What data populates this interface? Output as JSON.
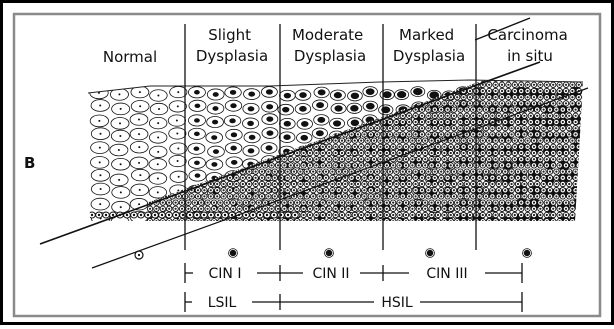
{
  "panel_letter": "B",
  "columns": [
    {
      "lines": [
        "Normal"
      ]
    },
    {
      "lines": [
        "Slight",
        "Dysplasia"
      ]
    },
    {
      "lines": [
        "Moderate",
        "Dysplasia"
      ]
    },
    {
      "lines": [
        "Marked",
        "Dysplasia"
      ]
    },
    {
      "lines": [
        "Carcinoma",
        "in situ"
      ]
    }
  ],
  "cin_labels": [
    "CIN I",
    "CIN II",
    "CIN III"
  ],
  "sil_labels": [
    "LSIL",
    "HSIL"
  ]
}
